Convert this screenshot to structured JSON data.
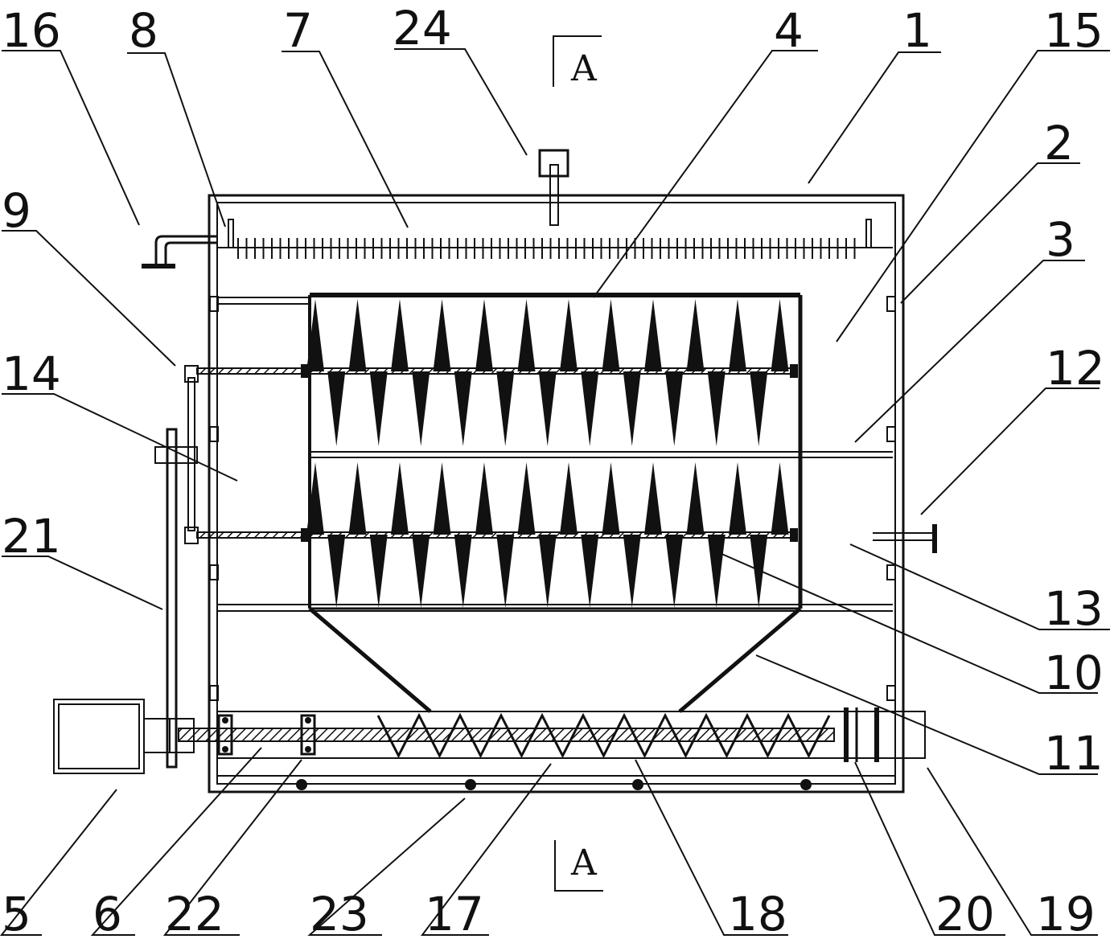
{
  "callouts": {
    "c1": "1",
    "c2": "2",
    "c3": "3",
    "c4": "4",
    "c5": "5",
    "c6": "6",
    "c7": "7",
    "c8": "8",
    "c9": "9",
    "c10": "10",
    "c11": "11",
    "c12": "12",
    "c13": "13",
    "c14": "14",
    "c15": "15",
    "c16": "16",
    "c17": "17",
    "c18": "18",
    "c19": "19",
    "c20": "20",
    "c21": "21",
    "c22": "22",
    "c23": "23",
    "c24": "24"
  },
  "section_marks": {
    "top": "A",
    "bottom": "A"
  }
}
